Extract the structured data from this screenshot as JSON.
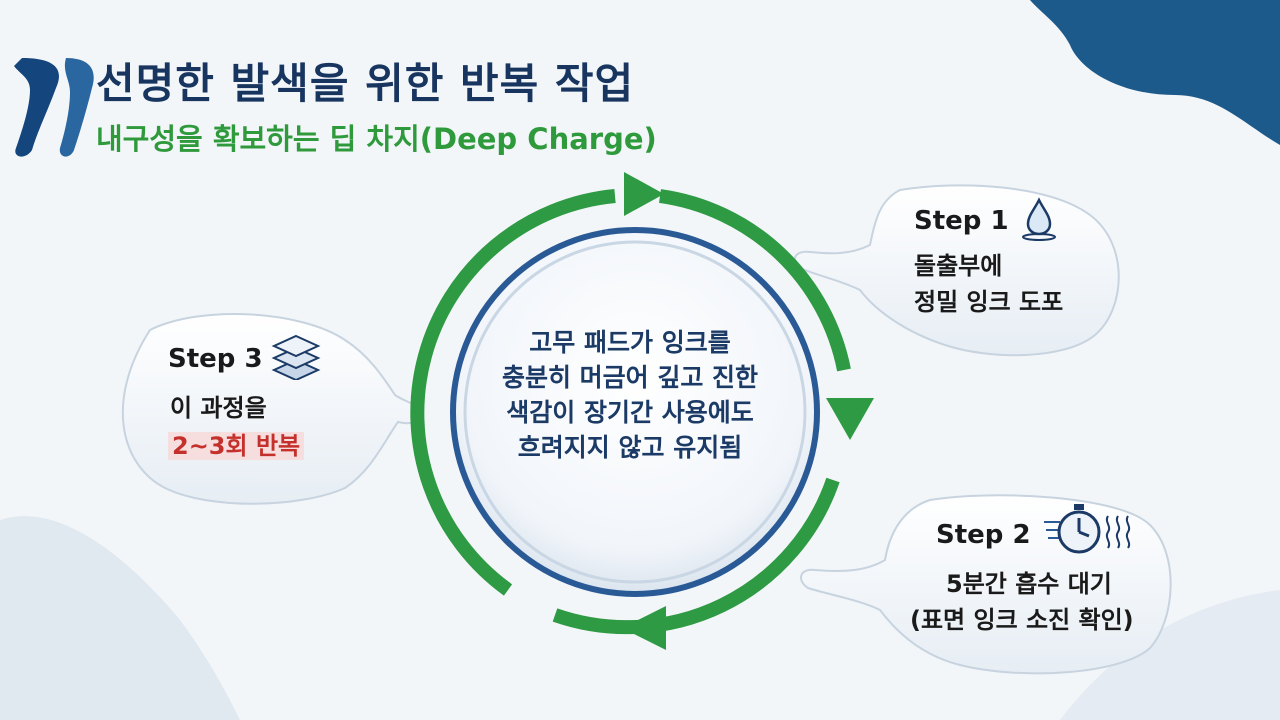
{
  "header": {
    "title": "선명한 발색을 위한 반복 작업",
    "subtitle": "내구성을 확보하는 딥 차지(Deep Charge)"
  },
  "center": {
    "lines": [
      "고무 패드가 잉크를",
      "충분히 머금어 깊고 진한",
      "색감이 장기간 사용에도",
      "흐려지지 않고 유지됨"
    ]
  },
  "steps": [
    {
      "title": "Step 1",
      "icon": "water-drop-icon",
      "lines": [
        "돌출부에",
        "정밀 잉크 도포"
      ]
    },
    {
      "title": "Step 2",
      "icon": "stopwatch-icon",
      "lines": [
        "5분간 흡수 대기",
        "(표면 잉크 소진 확인)"
      ]
    },
    {
      "title": "Step 3",
      "icon": "layers-icon",
      "lines": [
        "이 과정을",
        "2~3회 반복"
      ]
    }
  ],
  "colors": {
    "title": "#17355f",
    "subtitle": "#2f9a3c",
    "cycle_arrow": "#2e9a43",
    "ring": "#2a5a96",
    "highlight": "#c4302b"
  }
}
